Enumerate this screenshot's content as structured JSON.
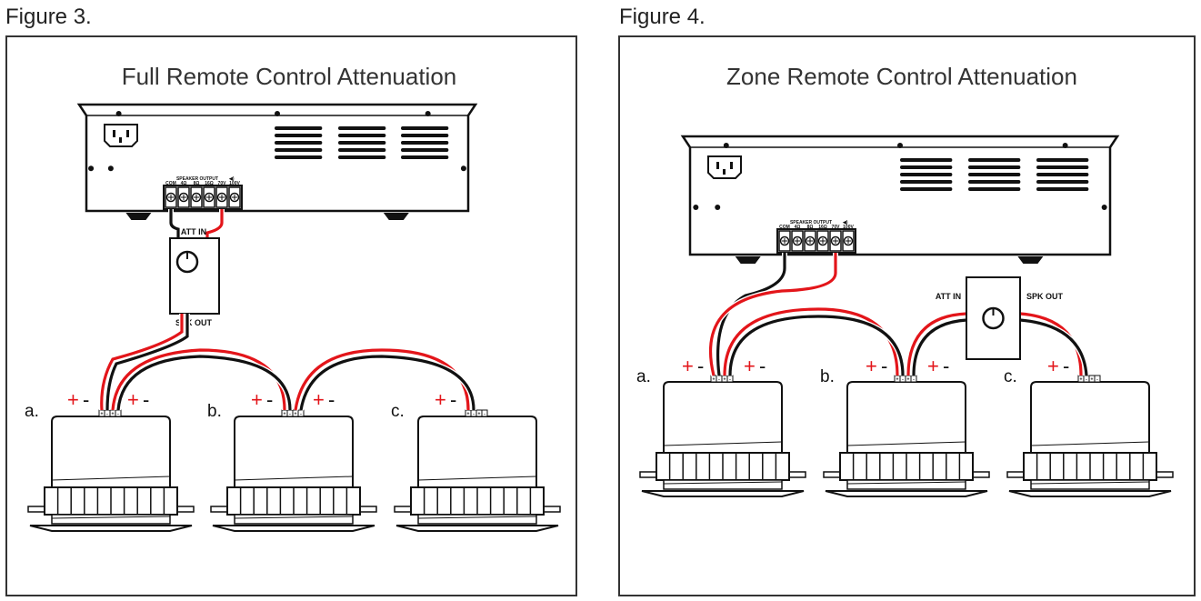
{
  "figures": [
    {
      "label": "Figure 3.",
      "title": "Full Remote Control Attenuation",
      "attenuator": {
        "input_label": "ATT IN",
        "output_label": "SPK OUT"
      },
      "speakers": [
        "a.",
        "b.",
        "c."
      ]
    },
    {
      "label": "Figure 4.",
      "title": "Zone Remote Control Attenuation",
      "attenuator": {
        "input_label": "ATT IN",
        "output_label": "SPK OUT"
      },
      "speakers": [
        "a.",
        "b.",
        "c."
      ]
    }
  ],
  "amplifier": {
    "terminal_header": "SPEAKER OUTPUT",
    "terminals": [
      "COM",
      "4Ω",
      "8Ω",
      "16Ω",
      "70V",
      "100V"
    ]
  },
  "polarity": {
    "plus": "+",
    "minus": "-"
  },
  "colors": {
    "positive_wire": "#e3151a",
    "negative_wire": "#111111",
    "frame": "#333333"
  }
}
